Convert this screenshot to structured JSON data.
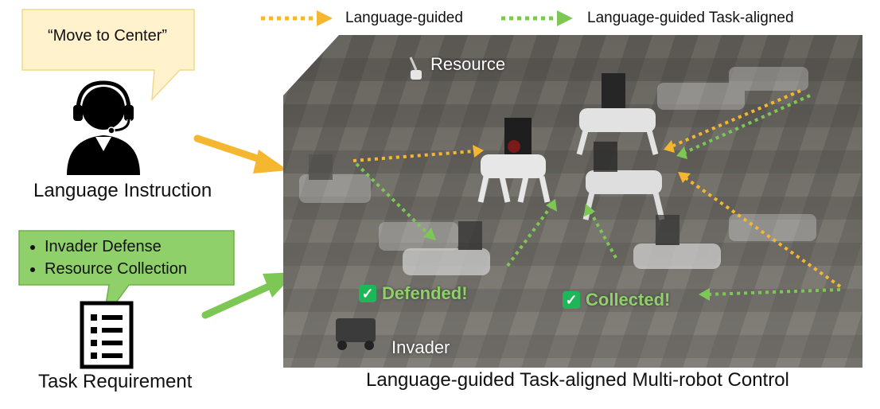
{
  "legend": {
    "items": [
      {
        "label": "Language-guided",
        "color": "#f5b72f"
      },
      {
        "label": "Language-guided Task-aligned",
        "color": "#7dc855"
      }
    ]
  },
  "instruction_bubble": {
    "text": "“Move to Center”",
    "fill": "#fff2cc",
    "stroke": "#f0d98a"
  },
  "language_instruction": {
    "label": "Language Instruction",
    "icon": "user-headset-icon"
  },
  "requirements_bubble": {
    "items": [
      "Invader Defense",
      "Resource Collection"
    ],
    "fill": "#8fd06a"
  },
  "task_requirement": {
    "label": "Task Requirement",
    "icon": "checklist-icon"
  },
  "scene": {
    "resource_label": "Resource",
    "invader_label": "Invader",
    "defended_label": "Defended!",
    "collected_label": "Collected!",
    "floor_color": "#6b6862"
  },
  "caption": "Language-guided Task-aligned Multi-robot Control",
  "colors": {
    "orange": "#f5b72f",
    "green": "#7dc855"
  }
}
